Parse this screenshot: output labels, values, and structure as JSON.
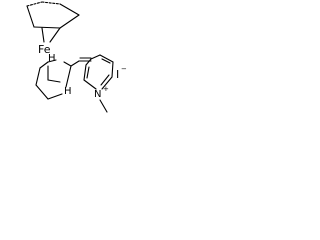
{
  "molecule": {
    "iron_symbol": "Fe",
    "hydrogen_symbol_top": "H",
    "hydrogen_symbol_bottom": "H",
    "nitrogen_symbol": "N",
    "nitrogen_charge": "+",
    "iodide_symbol": "I",
    "iodide_charge": "−"
  },
  "colors": {
    "bond": "#000000",
    "text": "#000000",
    "background": "#ffffff"
  }
}
